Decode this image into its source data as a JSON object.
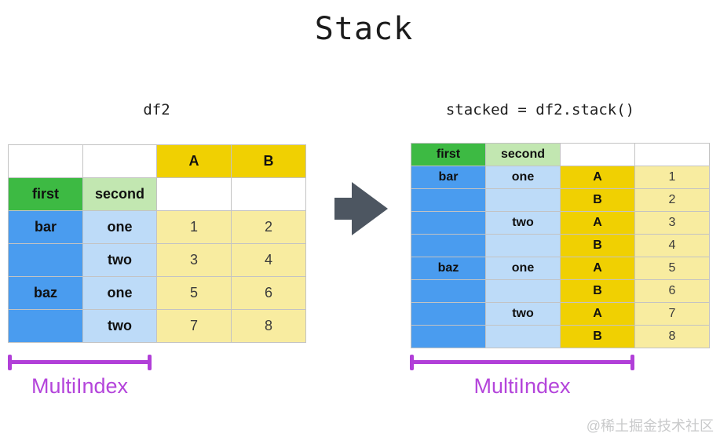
{
  "title": "Stack",
  "watermark": "@稀土掘金技术社区",
  "left": {
    "code_label": "df2",
    "multiindex_label": "MultiIndex",
    "col_headers": {
      "a": "A",
      "b": "B"
    },
    "index_headers": {
      "first": "first",
      "second": "second"
    },
    "rows": [
      {
        "first": "bar",
        "second": "one",
        "a": "1",
        "b": "2"
      },
      {
        "first": "",
        "second": "two",
        "a": "3",
        "b": "4"
      },
      {
        "first": "baz",
        "second": "one",
        "a": "5",
        "b": "6"
      },
      {
        "first": "",
        "second": "two",
        "a": "7",
        "b": "8"
      }
    ]
  },
  "right": {
    "code_label": "stacked = df2.stack()",
    "multiindex_label": "MultiIndex",
    "index_headers": {
      "first": "first",
      "second": "second"
    },
    "rows": [
      {
        "first": "bar",
        "second": "one",
        "level": "A",
        "value": "1"
      },
      {
        "first": "",
        "second": "",
        "level": "B",
        "value": "2"
      },
      {
        "first": "",
        "second": "two",
        "level": "A",
        "value": "3"
      },
      {
        "first": "",
        "second": "",
        "level": "B",
        "value": "4"
      },
      {
        "first": "baz",
        "second": "one",
        "level": "A",
        "value": "5"
      },
      {
        "first": "",
        "second": "",
        "level": "B",
        "value": "6"
      },
      {
        "first": "",
        "second": "two",
        "level": "A",
        "value": "7"
      },
      {
        "first": "",
        "second": "",
        "level": "B",
        "value": "8"
      }
    ]
  },
  "colors": {
    "gold": "#F0D002",
    "light_yellow": "#F8ECA0",
    "green": "#3DBA43",
    "light_green": "#C2E7B1",
    "blue": "#4A9CEF",
    "light_blue": "#BDDBF8",
    "purple": "#B13FD8",
    "arrow_gray": "#4D5661"
  }
}
